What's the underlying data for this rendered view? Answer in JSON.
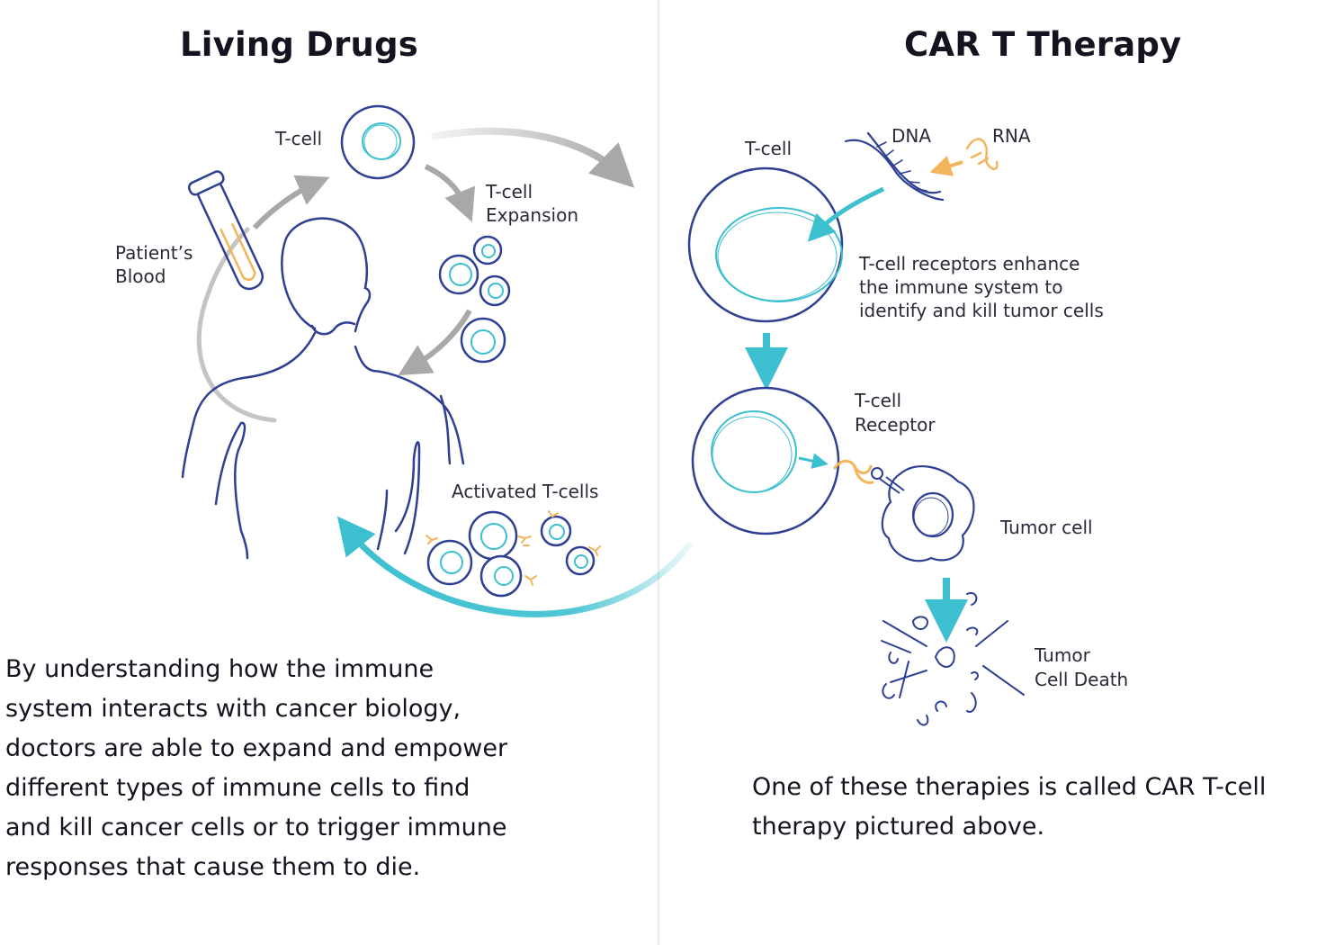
{
  "left_panel": {
    "title": "Living Drugs",
    "labels": {
      "tcell": "T-cell",
      "expansion_line1": "T-cell",
      "expansion_line2": "Expansion",
      "blood_line1": "Patient’s",
      "blood_line2": "Blood",
      "activated": "Activated T-cells"
    },
    "paragraph_lines": [
      "By understanding how the immune",
      "system interacts with cancer biology,",
      "doctors are able to expand and empower",
      "different types of immune cells to find",
      "and kill cancer cells or to trigger immune",
      "responses that cause them to die."
    ]
  },
  "right_panel": {
    "title": "CAR T Therapy",
    "labels": {
      "tcell": "T-cell",
      "dna": "DNA",
      "rna": "RNA",
      "receptors_line1": "T-cell receptors enhance",
      "receptors_line2": "the immune system to",
      "receptors_line3": "identify and kill tumor cells",
      "receptor_line1": "T-cell",
      "receptor_line2": "Receptor",
      "tumor_cell": "Tumor cell",
      "death_line1": "Tumor",
      "death_line2": "Cell Death"
    },
    "paragraph_lines": [
      "One of these therapies is called CAR  T-cell",
      "therapy pictured above."
    ]
  },
  "colors": {
    "navy": "#2e3f94",
    "teal": "#3cbfcf",
    "orange": "#f4b45a",
    "gray_arrow": "#a8a8a8",
    "text": "#141420"
  }
}
